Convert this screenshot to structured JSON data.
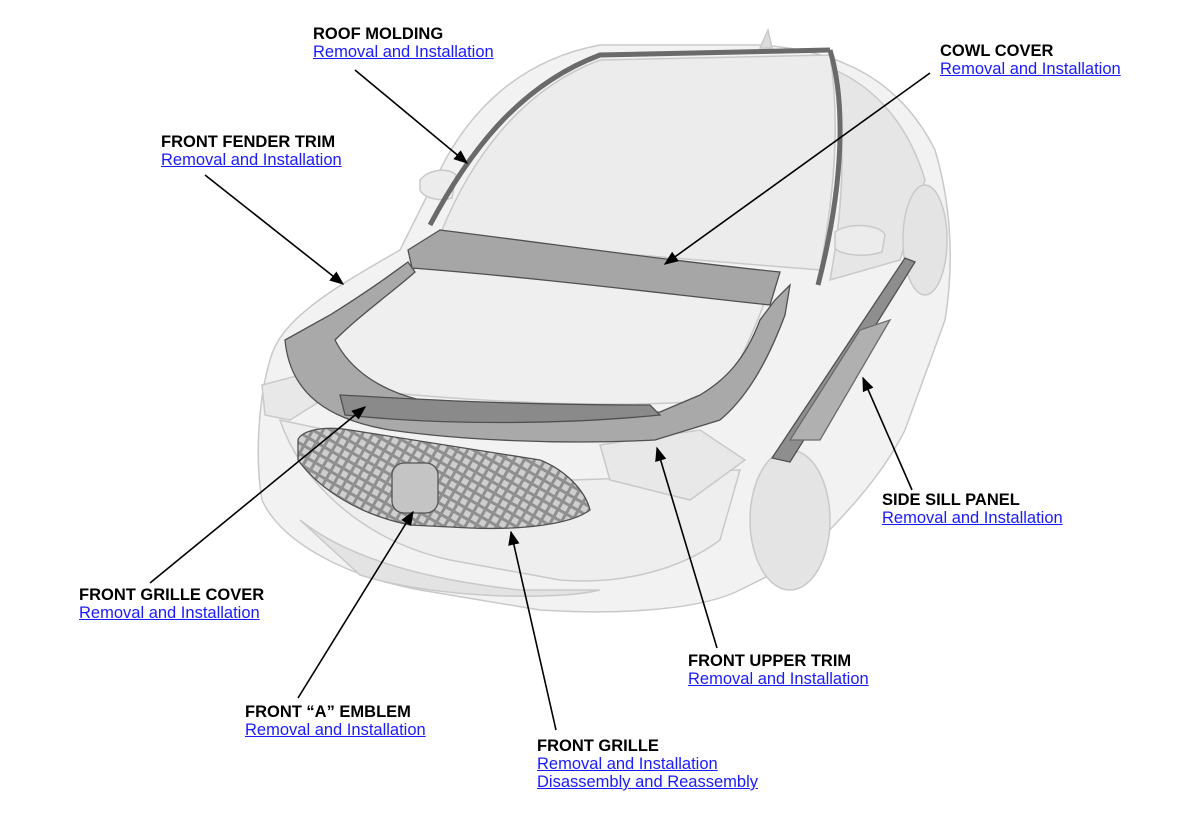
{
  "callouts": {
    "roof_molding": {
      "title": "ROOF MOLDING",
      "links": [
        "Removal and Installation"
      ]
    },
    "cowl_cover": {
      "title": "COWL COVER",
      "links": [
        "Removal and Installation"
      ]
    },
    "front_fender_trim": {
      "title": "FRONT FENDER TRIM",
      "links": [
        "Removal and Installation"
      ]
    },
    "side_sill_panel": {
      "title": "SIDE SILL PANEL",
      "links": [
        "Removal and Installation"
      ]
    },
    "front_grille_cover": {
      "title": "FRONT GRILLE COVER",
      "links": [
        "Removal and Installation"
      ]
    },
    "front_upper_trim": {
      "title": "FRONT UPPER TRIM",
      "links": [
        "Removal and Installation"
      ]
    },
    "front_a_emblem": {
      "title": "FRONT “A” EMBLEM",
      "links": [
        "Removal and Installation"
      ]
    },
    "front_grille": {
      "title": "FRONT GRILLE",
      "links": [
        "Removal and Installation",
        "Disassembly and Reassembly"
      ]
    }
  },
  "colors": {
    "link": "#1a1aff",
    "highlight_part": "#a8a8a8",
    "car_body": "#f1f1f1",
    "car_outline": "#c9c9c9"
  }
}
